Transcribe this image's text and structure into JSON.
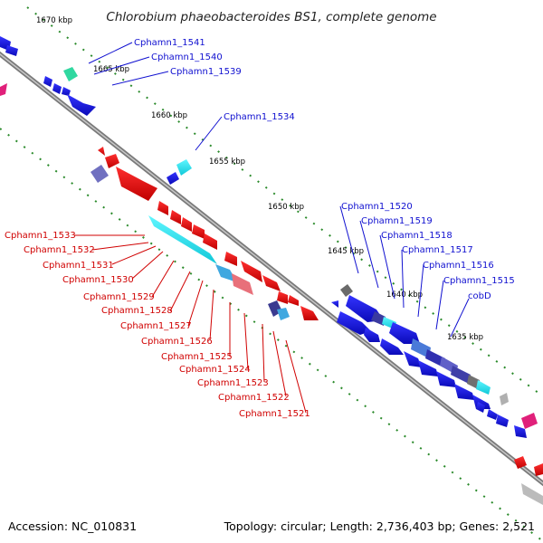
{
  "title": "Chlorobium phaeobacteroides BS1, complete genome",
  "footer": {
    "accession": "Accession: NC_010831",
    "summary": "Topology: circular; Length: 2,736,403 bp; Genes: 2,521"
  },
  "scale_labels": [
    "1670 kbp",
    "1665 kbp",
    "1660 kbp",
    "1655 kbp",
    "1650 kbp",
    "1645 kbp",
    "1640 kbp",
    "1635 kbp"
  ],
  "forward_labels": [
    "Cphamn1_1541",
    "Cphamn1_1540",
    "Cphamn1_1539",
    "Cphamn1_1534",
    "Cphamn1_1520",
    "Cphamn1_1519",
    "Cphamn1_1518",
    "Cphamn1_1517",
    "Cphamn1_1516",
    "Cphamn1_1515",
    "cobD"
  ],
  "reverse_labels": [
    "Cphamn1_1533",
    "Cphamn1_1532",
    "Cphamn1_1531",
    "Cphamn1_1530",
    "Cphamn1_1529",
    "Cphamn1_1528",
    "Cphamn1_1527",
    "Cphamn1_1526",
    "Cphamn1_1525",
    "Cphamn1_1524",
    "Cphamn1_1523",
    "Cphamn1_1522",
    "Cphamn1_1521"
  ],
  "colors": {
    "forward_strand": "#1010d0",
    "reverse_strand": "#d00000",
    "backbone": "#8a8a8a",
    "scale_ticks": "#2a8a2a",
    "cyan_gene": "#22e0ee",
    "magenta_gene": "#e0207a",
    "teal_gene": "#30d8a0"
  }
}
